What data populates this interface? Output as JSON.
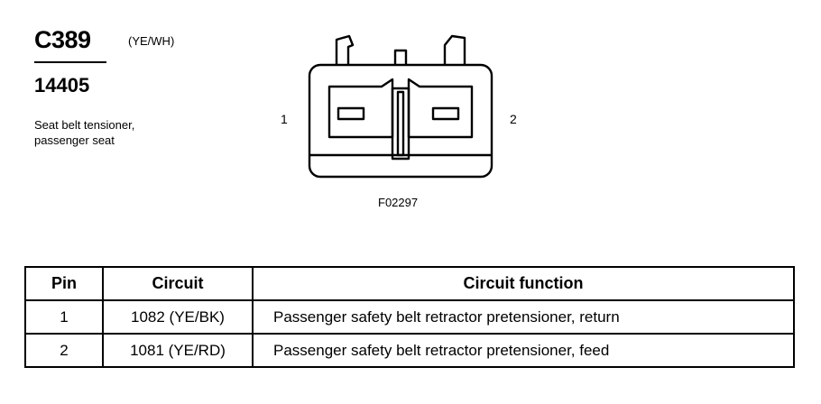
{
  "header": {
    "connector_id": "C389",
    "connector_color": "(YE/WH)",
    "part_number": "14405",
    "description_lines": [
      "Seat belt tensioner,",
      "passenger seat"
    ]
  },
  "diagram": {
    "pin_left": "1",
    "pin_right": "2",
    "figure_code": "F02297"
  },
  "table": {
    "headers": [
      "Pin",
      "Circuit",
      "Circuit function"
    ],
    "rows": [
      {
        "pin": "1",
        "circuit": "1082 (YE/BK)",
        "function": "Passenger safety belt retractor pretensioner, return"
      },
      {
        "pin": "2",
        "circuit": "1081 (YE/RD)",
        "function": "Passenger safety belt retractor pretensioner, feed"
      }
    ]
  }
}
